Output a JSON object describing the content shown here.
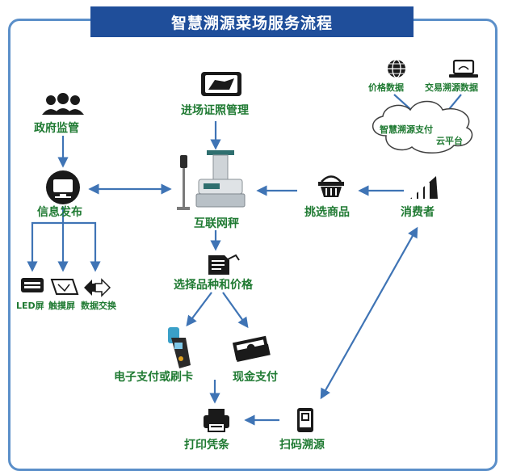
{
  "title": "智慧溯源菜场服务流程",
  "nodes": {
    "government": "政府监管",
    "entry_cert": "进场证照管理",
    "info_release": "信息发布",
    "scale": "互联网秤",
    "pick_goods": "挑选商品",
    "consumer": "消费者",
    "led": "LED屏",
    "touch": "触摸屏",
    "data_exchange": "数据交换",
    "select_variety": "选择品种和价格",
    "e_payment": "电子支付或刷卡",
    "cash_payment": "现金支付",
    "print_receipt": "打印凭条",
    "scan_trace": "扫码溯源",
    "price_data": "价格数据",
    "trade_data": "交易溯源数据",
    "cloud_line1": "智慧溯源支付",
    "cloud_line2": "云平台"
  },
  "colors": {
    "title_bg": "#1f4e9a",
    "frame": "#5b8fc9",
    "arrow": "#3f74b5",
    "label": "#1f7a32",
    "icon": "#1a1a1a"
  }
}
